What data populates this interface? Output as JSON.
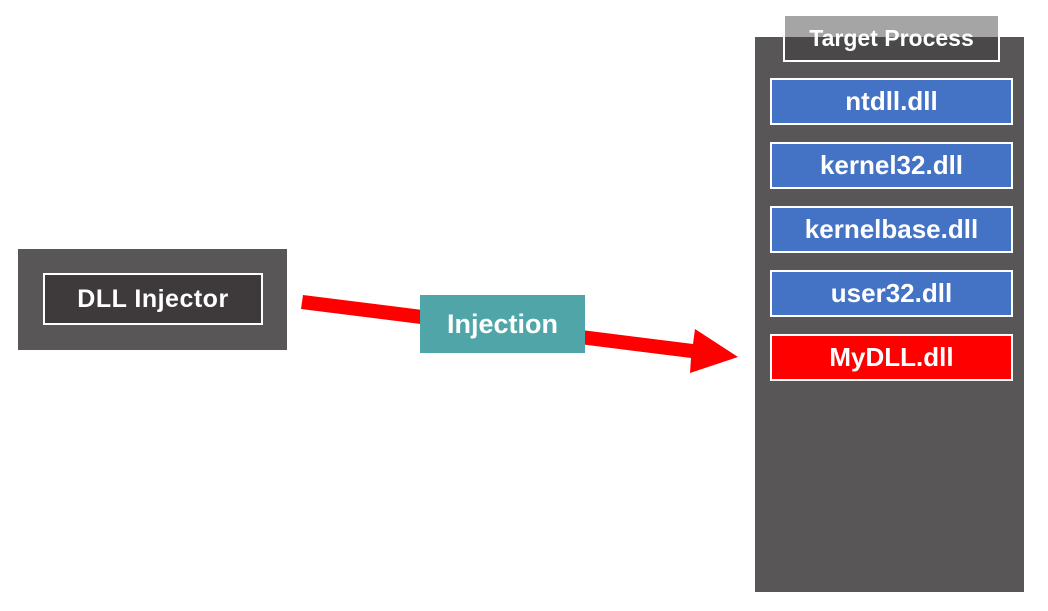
{
  "injector": {
    "label": "DLL Injector"
  },
  "arrow": {
    "label": "Injection"
  },
  "target_process": {
    "title": "Target Process",
    "modules": [
      {
        "name": "ntdll.dll",
        "injected": false
      },
      {
        "name": "kernel32.dll",
        "injected": false
      },
      {
        "name": "kernelbase.dll",
        "injected": false
      },
      {
        "name": "user32.dll",
        "injected": false
      },
      {
        "name": "MyDLL.dll",
        "injected": true
      }
    ]
  },
  "colors": {
    "process_gray": "#595657",
    "injector_inner": "#3E3A3C",
    "module_blue": "#4472C4",
    "injected_red": "#FF0000",
    "arrow_red": "#FF0000",
    "injection_teal": "#4FA5A7",
    "header_overlay": "rgba(55,55,55,0.45)",
    "text_white": "#FFFFFF"
  }
}
